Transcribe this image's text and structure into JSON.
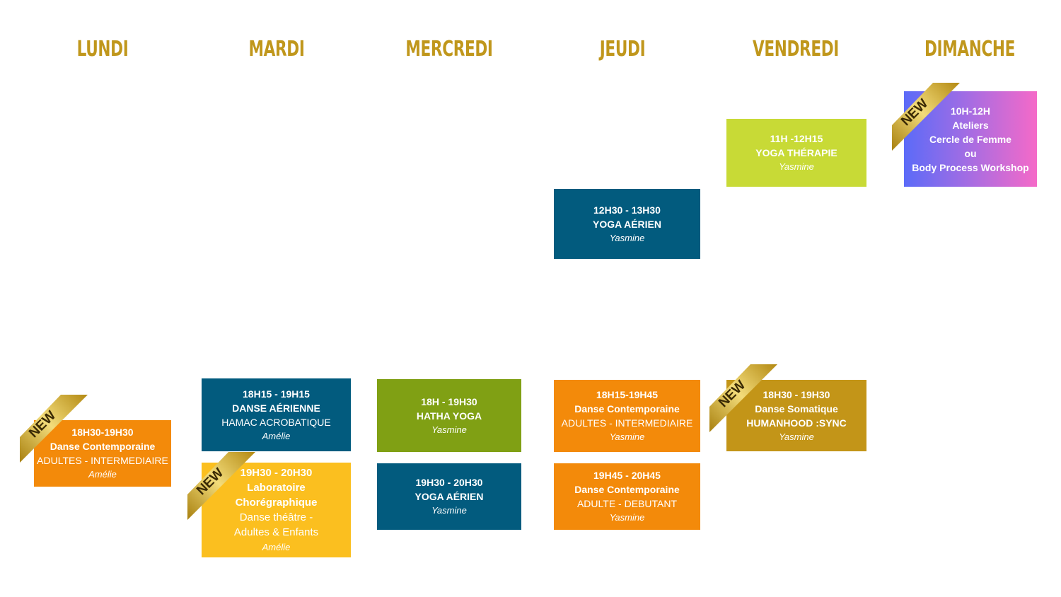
{
  "days": [
    "LUNDI",
    "MARDI",
    "MERCREDI",
    "JEUDI",
    "VENDREDI",
    "DIMANCHE"
  ],
  "badge": "NEW",
  "classes": {
    "lundi_1": {
      "time": "18H30-19H30",
      "title": "Danse Contemporaine",
      "level": "ADULTES - INTERMEDIAIRE",
      "teacher": "Amélie"
    },
    "mardi_1": {
      "time": "18H15 - 19H15",
      "title": "DANSE AÉRIENNE",
      "level": "HAMAC ACROBATIQUE",
      "teacher": "Amélie"
    },
    "mardi_2": {
      "time": "19H30 - 20H30",
      "title": "Laboratoire",
      "title2": "Chorégraphique",
      "level": "Danse théâtre -",
      "level2": "Adultes & Enfants",
      "teacher": "Amélie"
    },
    "mercredi_1": {
      "time": "18H - 19H30",
      "title": "HATHA YOGA",
      "teacher": "Yasmine"
    },
    "mercredi_2": {
      "time": "19H30 - 20H30",
      "title": "YOGA AÉRIEN",
      "teacher": "Yasmine"
    },
    "jeudi_1": {
      "time": "12H30 - 13H30",
      "title": "YOGA AÉRIEN",
      "teacher": "Yasmine"
    },
    "jeudi_2": {
      "time": "18H15-19H45",
      "title": "Danse Contemporaine",
      "level": "ADULTES - INTERMEDIAIRE",
      "teacher": "Yasmine"
    },
    "jeudi_3": {
      "time": "19H45 - 20H45",
      "title": "Danse Contemporaine",
      "level": "ADULTE - DEBUTANT",
      "teacher": "Yasmine"
    },
    "vendredi_1": {
      "time": "11H -12H15",
      "title": "YOGA THÉRAPIE",
      "teacher": "Yasmine"
    },
    "vendredi_2": {
      "time": "18H30 - 19H30",
      "title": "Danse Somatique",
      "title2": "HUMANHOOD :SYNC",
      "teacher": "Yasmine"
    },
    "dimanche_1": {
      "time": "10H-12H",
      "title": "Ateliers",
      "title2": "Cercle de Femme",
      "title3": "ou",
      "title4": "Body Process Workshop"
    }
  },
  "colors": {
    "heading": "#c0971c",
    "blue": "#025b7e",
    "orange": "#f38a0a",
    "yellow": "#fbbf1f",
    "green": "#80a014",
    "lime": "#c8da36",
    "gold": "#c39518",
    "gradient": [
      "#5b6bf8",
      "#a76ce2",
      "#f56ac8"
    ]
  }
}
